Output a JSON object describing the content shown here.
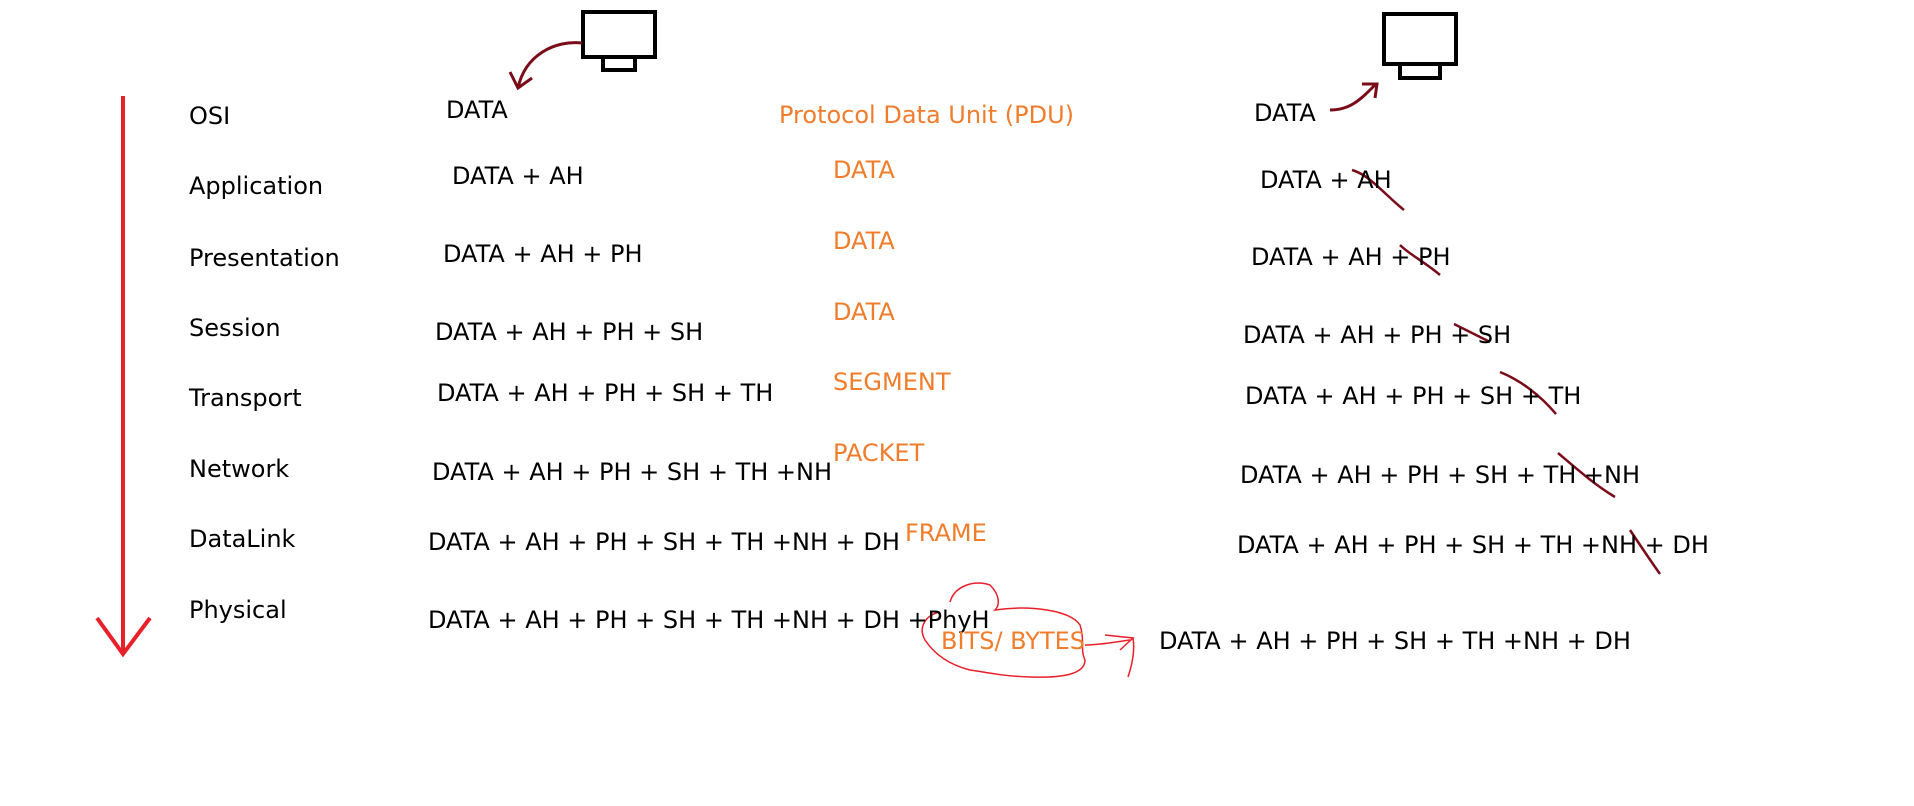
{
  "layers": [
    "OSI",
    "Application",
    "Presentation",
    "Session",
    "Transport",
    "Network",
    "DataLink",
    "Physical"
  ],
  "sender": [
    "DATA",
    "DATA + AH",
    "DATA + AH + PH",
    "DATA + AH + PH + SH",
    "DATA + AH + PH + SH + TH",
    "DATA + AH + PH + SH + TH +NH",
    "DATA + AH + PH + SH + TH +NH + DH",
    "DATA + AH + PH + SH + TH +NH + DH +PhyH"
  ],
  "pdu_title": "Protocol Data Unit (PDU)",
  "pdu": [
    "DATA",
    "DATA",
    "DATA",
    "SEGMENT",
    "PACKET",
    "FRAME"
  ],
  "bits_label": "BITS/ BYTES",
  "receiver": [
    "DATA",
    "DATA + AH",
    "DATA + AH + PH",
    "DATA + AH + PH + SH",
    "DATA + AH + PH + SH + TH",
    "DATA + AH + PH + SH + TH +NH",
    "DATA + AH + PH + SH + TH +NH + DH"
  ],
  "receiver_physical": "DATA + AH + PH + SH + TH +NH + DH",
  "colors": {
    "pdu": "#f07d2c",
    "arrow": "#e8202a",
    "curl": "#7a0c1a",
    "monitor": "#000000"
  }
}
